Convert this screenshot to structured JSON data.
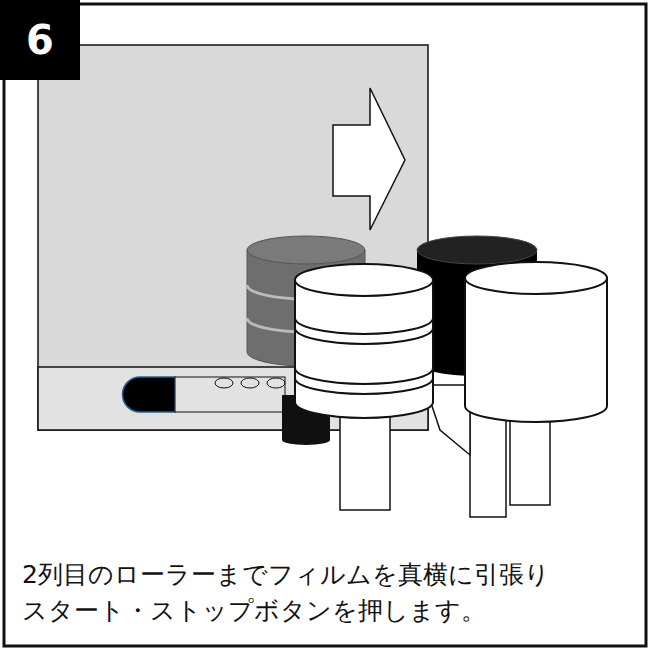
{
  "diagram": {
    "nodes": [
      {
        "text": [
          "6"
        ]
      }
    ],
    "edges": [],
    "labels": [
      "2列目のローラーまでフィルムを真横に引張り",
      "スタート・ストップボタンを押します。"
    ]
  }
}
